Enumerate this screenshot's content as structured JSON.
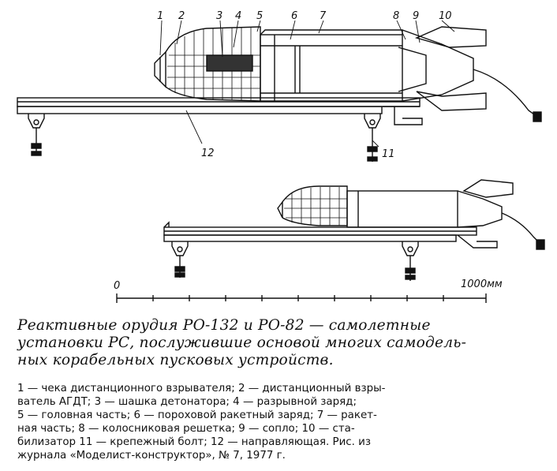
{
  "figure": {
    "callouts": [
      "1",
      "2",
      "3",
      "4",
      "5",
      "6",
      "7",
      "8",
      "9",
      "10",
      "11",
      "12"
    ],
    "scale": {
      "zero_label": "0",
      "end_label": "1000мм"
    }
  },
  "caption": {
    "lines": [
      "Реактивные орудия РО-132 и РО-82 — самолетные",
      "установки РС, послужившие основой многих самодель-",
      "ных корабельных пусковых устройств."
    ]
  },
  "legend": {
    "lines": [
      "1 — чека дистанционного взрывателя; 2 — дистанционный взры-",
      "ватель АГДТ; 3 — шашка детонатора; 4 — разрывной заряд;",
      "5 — головная часть; 6 — пороховой ракетный заряд; 7 — ракет-",
      "ная часть; 8 — колосниковая решетка; 9 — сопло; 10 — ста-",
      "билизатор 11 — крепежный болт; 12 — направляющая. Рис. из",
      "журнала «Моделист-конструктор», № 7, 1977 г."
    ]
  }
}
